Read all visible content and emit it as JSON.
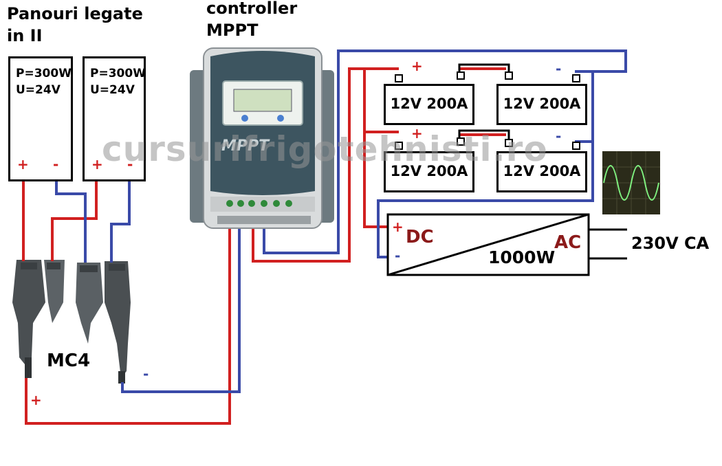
{
  "title": {
    "line1": "Panouri legate",
    "line2": "in II"
  },
  "controller": {
    "line1": "controller",
    "line2": "MPPT",
    "face_text": "MPPT"
  },
  "panels": [
    {
      "power": "P=300W",
      "voltage": "U=24V",
      "plus": "+",
      "minus": "-"
    },
    {
      "power": "P=300W",
      "voltage": "U=24V",
      "plus": "+",
      "minus": "-"
    }
  ],
  "connector_label": "MC4",
  "connector_plus": "+",
  "connector_minus": "-",
  "batteries": [
    "12V 200A",
    "12V 200A",
    "12V 200A",
    "12V 200A"
  ],
  "battery_signs": {
    "plus": "+",
    "minus": "-"
  },
  "inverter": {
    "dc": "DC",
    "ac": "AC",
    "power": "1000W",
    "plus": "+",
    "minus": "-"
  },
  "output_label": "230V CA",
  "watermark": "cursurifrigotehnisti.ro",
  "colors": {
    "positive": "#d12020",
    "negative": "#3a4aa8",
    "controller_body": "#3d5560",
    "screen": "#cfe0c0"
  }
}
